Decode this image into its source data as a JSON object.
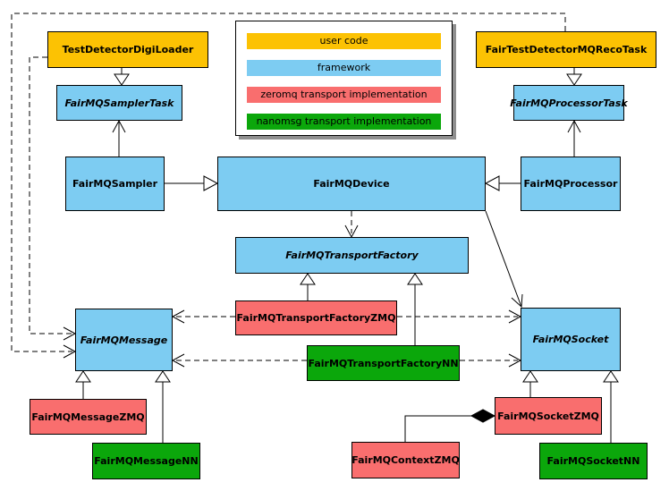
{
  "colors": {
    "user_code": "#FCC203",
    "framework": "#7DCCF2",
    "zeromq": "#F96E6E",
    "nanomsg": "#0BA70B",
    "line": "#000000",
    "background": "#FFFFFF"
  },
  "legend": {
    "items": [
      {
        "label": "user code",
        "color": "#FCC203"
      },
      {
        "label": "framework",
        "color": "#7DCCF2"
      },
      {
        "label": "zeromq transport implementation",
        "color": "#F96E6E"
      },
      {
        "label": "nanomsg transport implementation",
        "color": "#0BA70B"
      }
    ]
  },
  "nodes": {
    "testDetectorDigiLoader": {
      "label": "TestDetectorDigiLoader",
      "category": "user code",
      "abstract": false
    },
    "fairTestDetectorMQRecoTask": {
      "label": "FairTestDetectorMQRecoTask",
      "category": "user code",
      "abstract": false
    },
    "fairMQSamplerTask": {
      "label": "FairMQSamplerTask",
      "category": "framework",
      "abstract": true
    },
    "fairMQProcessorTask": {
      "label": "FairMQProcessorTask",
      "category": "framework",
      "abstract": true
    },
    "fairMQSampler": {
      "label": "FairMQSampler",
      "category": "framework",
      "abstract": false
    },
    "fairMQDevice": {
      "label": "FairMQDevice",
      "category": "framework",
      "abstract": false
    },
    "fairMQProcessor": {
      "label": "FairMQProcessor",
      "category": "framework",
      "abstract": false
    },
    "fairMQTransportFactory": {
      "label": "FairMQTransportFactory",
      "category": "framework",
      "abstract": true
    },
    "fairMQTransportFactoryZMQ": {
      "label": "FairMQTransportFactoryZMQ",
      "category": "zeromq",
      "abstract": false
    },
    "fairMQTransportFactoryNN": {
      "label": "FairMQTransportFactoryNN",
      "category": "nanomsg",
      "abstract": false
    },
    "fairMQMessage": {
      "label": "FairMQMessage",
      "category": "framework",
      "abstract": true
    },
    "fairMQSocket": {
      "label": "FairMQSocket",
      "category": "framework",
      "abstract": true
    },
    "fairMQMessageZMQ": {
      "label": "FairMQMessageZMQ",
      "category": "zeromq",
      "abstract": false
    },
    "fairMQMessageNN": {
      "label": "FairMQMessageNN",
      "category": "nanomsg",
      "abstract": false
    },
    "fairMQSocketZMQ": {
      "label": "FairMQSocketZMQ",
      "category": "zeromq",
      "abstract": false
    },
    "fairMQContextZMQ": {
      "label": "FairMQContextZMQ",
      "category": "zeromq",
      "abstract": false
    },
    "fairMQSocketNN": {
      "label": "FairMQSocketNN",
      "category": "nanomsg",
      "abstract": false
    }
  },
  "edges": [
    {
      "from": "TestDetectorDigiLoader",
      "to": "FairMQSamplerTask",
      "type": "inheritance"
    },
    {
      "from": "FairTestDetectorMQRecoTask",
      "to": "FairMQProcessorTask",
      "type": "inheritance"
    },
    {
      "from": "FairMQSampler",
      "to": "FairMQDevice",
      "type": "inheritance"
    },
    {
      "from": "FairMQProcessor",
      "to": "FairMQDevice",
      "type": "inheritance"
    },
    {
      "from": "FairMQTransportFactoryZMQ",
      "to": "FairMQTransportFactory",
      "type": "inheritance"
    },
    {
      "from": "FairMQTransportFactoryNN",
      "to": "FairMQTransportFactory",
      "type": "inheritance"
    },
    {
      "from": "FairMQMessageZMQ",
      "to": "FairMQMessage",
      "type": "inheritance"
    },
    {
      "from": "FairMQMessageNN",
      "to": "FairMQMessage",
      "type": "inheritance"
    },
    {
      "from": "FairMQSocketZMQ",
      "to": "FairMQSocket",
      "type": "inheritance"
    },
    {
      "from": "FairMQSocketNN",
      "to": "FairMQSocket",
      "type": "inheritance"
    },
    {
      "from": "FairMQSampler",
      "to": "FairMQSamplerTask",
      "type": "association"
    },
    {
      "from": "FairMQProcessor",
      "to": "FairMQProcessorTask",
      "type": "association"
    },
    {
      "from": "FairMQDevice",
      "to": "FairMQSocket",
      "type": "association"
    },
    {
      "from": "TestDetectorDigiLoader",
      "to": "FairMQMessage",
      "type": "dependency"
    },
    {
      "from": "FairTestDetectorMQRecoTask",
      "to": "FairMQMessage",
      "type": "dependency"
    },
    {
      "from": "FairMQDevice",
      "to": "FairMQTransportFactory",
      "type": "dependency"
    },
    {
      "from": "FairMQTransportFactoryZMQ",
      "to": "FairMQMessage",
      "type": "dependency"
    },
    {
      "from": "FairMQTransportFactoryZMQ",
      "to": "FairMQSocket",
      "type": "dependency"
    },
    {
      "from": "FairMQTransportFactoryNN",
      "to": "FairMQMessage",
      "type": "dependency"
    },
    {
      "from": "FairMQTransportFactoryNN",
      "to": "FairMQSocket",
      "type": "dependency"
    },
    {
      "from": "FairMQSocketZMQ",
      "to": "FairMQContextZMQ",
      "type": "composition"
    }
  ]
}
